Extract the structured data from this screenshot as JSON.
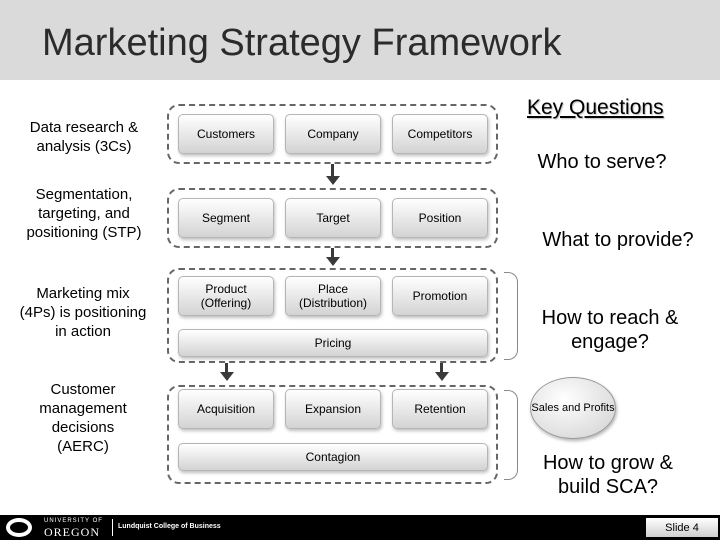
{
  "title": "Marketing Strategy Framework",
  "row_labels": [
    "Data research & analysis (3Cs)",
    "Segmentation, targeting, and positioning (STP)",
    "Marketing mix (4Ps) is positioning in action",
    "Customer management decisions (AERC)"
  ],
  "boxes": {
    "customers": "Customers",
    "company": "Company",
    "competitors": "Competitors",
    "segment": "Segment",
    "target": "Target",
    "position": "Position",
    "product": "Product (Offering)",
    "place": "Place (Distribution)",
    "promotion": "Promotion",
    "pricing": "Pricing",
    "acquisition": "Acquisition",
    "expansion": "Expansion",
    "retention": "Retention",
    "contagion": "Contagion"
  },
  "key_questions": {
    "heading": "Key Questions",
    "q1": "Who to serve?",
    "q2": "What to provide?",
    "q3": "How to reach & engage?",
    "q4": "How to grow & build SCA?"
  },
  "outcome": "Sales and Profits",
  "footer": {
    "university_top": "UNIVERSITY OF",
    "university_name": "OREGON",
    "school": "Lundquist College of Business",
    "slide": "Slide 4"
  }
}
